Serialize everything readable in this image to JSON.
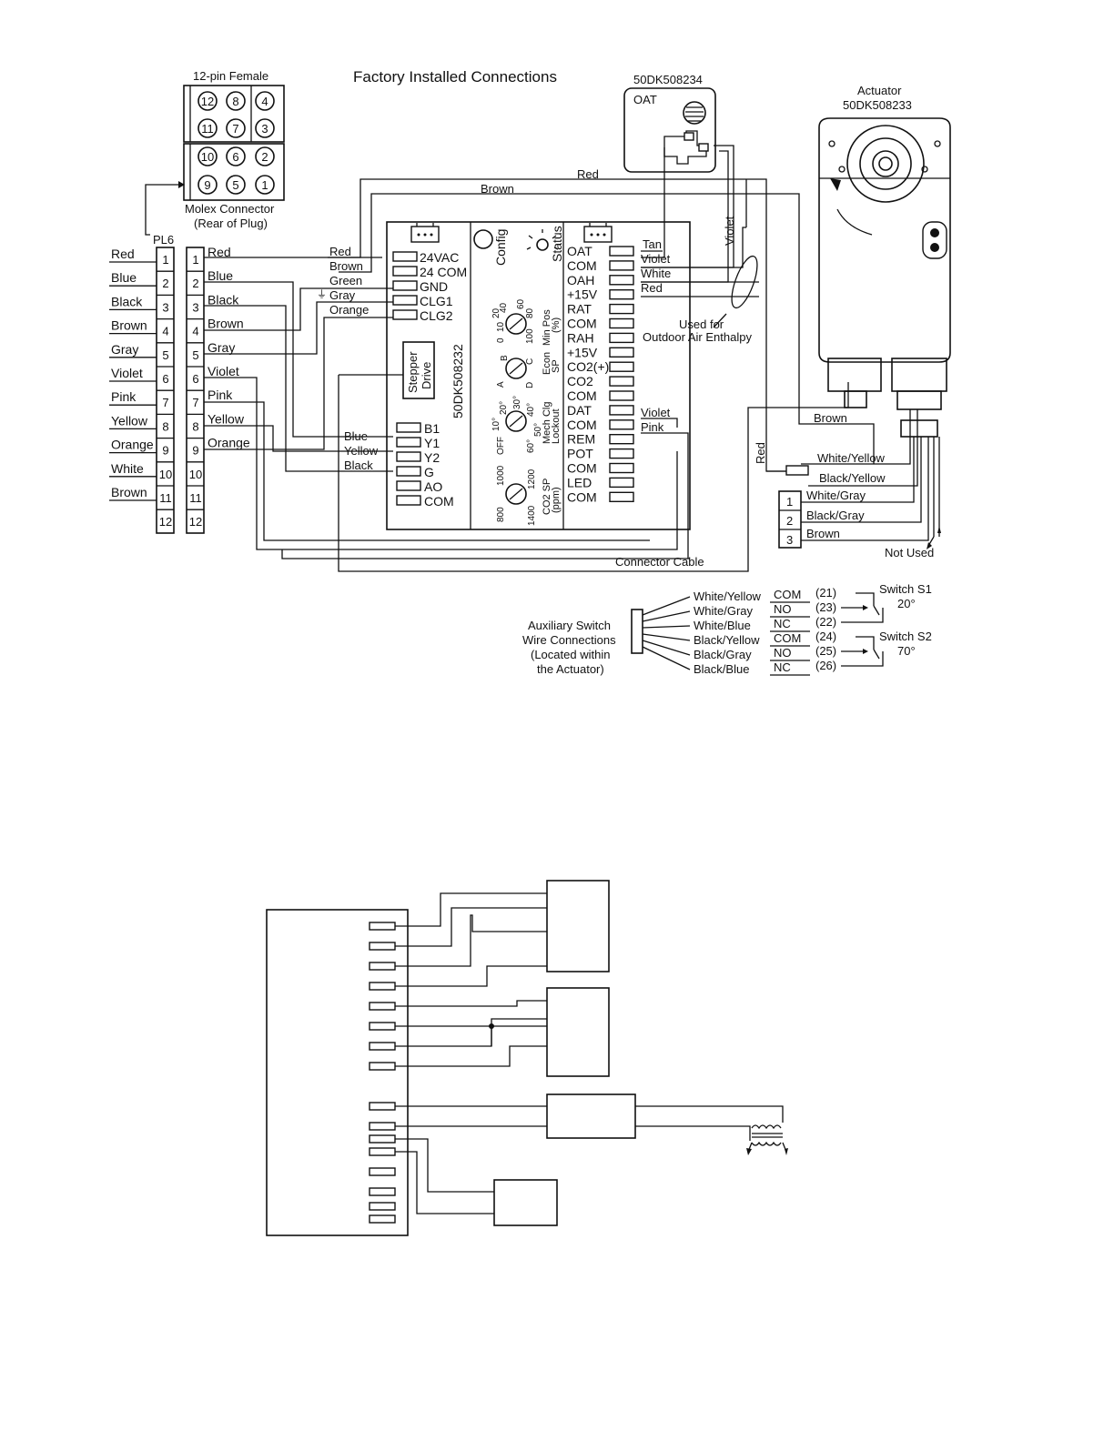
{
  "title": "Factory Installed Connections",
  "plug": {
    "header": "12-pin Female",
    "pins": [
      "12",
      "8",
      "4",
      "11",
      "7",
      "3",
      "10",
      "6",
      "2",
      "9",
      "5",
      "1"
    ],
    "caption": "Molex Connector",
    "caption2": "(Rear of Plug)",
    "pl_label": "PL6"
  },
  "pl6_left_wires": [
    "Red",
    "Blue",
    "Black",
    "Brown",
    "Gray",
    "Violet",
    "Pink",
    "Yellow",
    "Orange",
    "White",
    "Brown"
  ],
  "pl6_numbers": [
    "1",
    "2",
    "3",
    "4",
    "5",
    "6",
    "7",
    "8",
    "9",
    "10",
    "11",
    "12"
  ],
  "pl6_right_wires": [
    "Red",
    "Blue",
    "Black",
    "Brown",
    "Gray",
    "Violet",
    "Pink",
    "Yellow",
    "Orange"
  ],
  "controller": {
    "part": "50DK508232",
    "left_terminals": [
      "24VAC",
      "24 COM",
      "GND",
      "CLG1",
      "CLG2"
    ],
    "left_wires": [
      "Red",
      "Brown",
      "Green",
      "Gray",
      "Orange"
    ],
    "stepper": [
      "Stepper",
      "Drive"
    ],
    "lower_terminals": [
      "B1",
      "Y1",
      "Y2",
      "G",
      "AO",
      "COM"
    ],
    "lower_wires": [
      "Blue",
      "Yellow",
      "Black"
    ],
    "config": "Config",
    "status": "Status",
    "right_terminals": [
      "OAT",
      "COM",
      "OAH",
      "+15V",
      "RAT",
      "COM",
      "RAH",
      "+15V",
      "CO2(+)",
      "CO2",
      "COM",
      "DAT",
      "COM",
      "REM",
      "POT",
      "COM",
      "LED",
      "COM"
    ],
    "right_wires_top": [
      "Tan",
      "Violet",
      "White",
      "Red"
    ],
    "right_wires_dat": [
      "Violet",
      "Pink"
    ],
    "pot_min_pos": {
      "label": "Min Pos",
      "unit": "(%)",
      "ticks": [
        "0",
        "10",
        "20",
        "40",
        "60",
        "80",
        "100"
      ]
    },
    "pot_econ": {
      "label": "Econ",
      "unit": "SP",
      "ticks": [
        "A",
        "B",
        "C",
        "D"
      ]
    },
    "pot_mech": {
      "label": "Mech Clg",
      "unit": "Lockout",
      "ticks": [
        "OFF",
        "10°",
        "20°",
        "30°",
        "40°",
        "50°",
        "60°"
      ]
    },
    "pot_co2": {
      "label": "CO2 SP",
      "unit": "(ppm)",
      "ticks": [
        "800",
        "1000",
        "1200",
        "1400"
      ]
    }
  },
  "oat_sensor": {
    "part": "50DK508234",
    "label": "OAT"
  },
  "top_wires": [
    "Red",
    "Brown"
  ],
  "enthalpy_note": [
    "Used for",
    "Outdoor Air Enthalpy"
  ],
  "actuator": {
    "label": "Actuator",
    "part": "50DK508233",
    "side_wire": "Violet",
    "wires": [
      "Brown",
      "White/Yellow",
      "Black/Yellow"
    ],
    "red_wire": "Red",
    "terminals": [
      "1",
      "2",
      "3"
    ],
    "terminal_wires": [
      "White/Gray",
      "Black/Gray",
      "Brown"
    ],
    "not_used": "Not Used",
    "connector_cable": "Connector Cable"
  },
  "aux": {
    "caption": [
      "Auxiliary Switch",
      "Wire Connections",
      "(Located within",
      "the Actuator)"
    ],
    "wires": [
      "White/Yellow",
      "White/Gray",
      "White/Blue",
      "Black/Yellow",
      "Black/Gray",
      "Black/Blue"
    ],
    "terms": [
      "COM",
      "NO",
      "NC",
      "COM",
      "NO",
      "NC"
    ],
    "nums": [
      "(21)",
      "(23)",
      "(22)",
      "(24)",
      "(25)",
      "(26)"
    ],
    "switch1": [
      "Switch S1",
      "20°"
    ],
    "switch2": [
      "Switch S2",
      "70°"
    ]
  }
}
